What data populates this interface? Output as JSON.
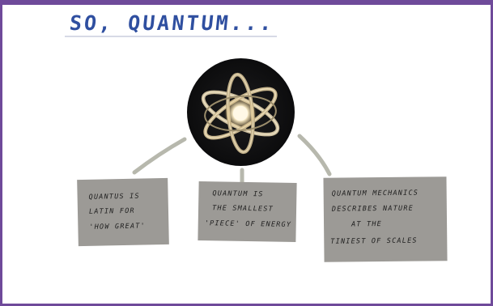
{
  "title": "SO, QUANTUM...",
  "atom": {
    "icon": "atom-icon",
    "background": "#0c0c0d",
    "ring_color": "#d8c9a6",
    "nucleus_color": "#fff5d8"
  },
  "cards": [
    {
      "lines": [
        "QUANTUS IS",
        "LATIN FOR",
        "'HOW GREAT'"
      ]
    },
    {
      "lines": [
        "QUANTUM IS",
        "THE SMALLEST",
        "'PIECE' OF ENERGY"
      ]
    },
    {
      "lines": [
        "QUANTUM MECHANICS",
        "DESCRIBES NATURE",
        "AT THE",
        "TINIEST OF SCALES"
      ]
    }
  ],
  "colors": {
    "title": "#2f4fa0",
    "card": "#9c9a96",
    "connector": "#b7b8ad",
    "frame": "#6f4a9a"
  }
}
